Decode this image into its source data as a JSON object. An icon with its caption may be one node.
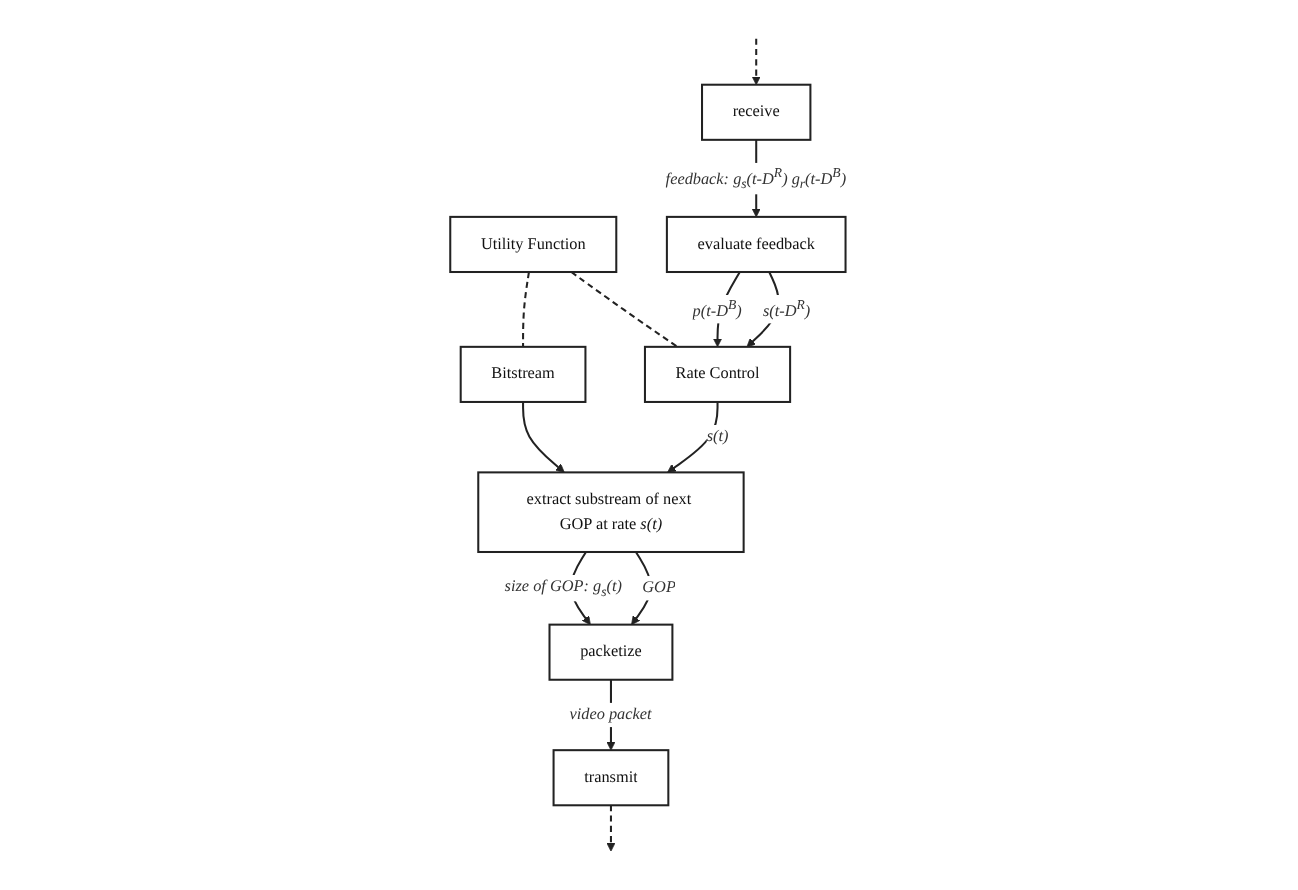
{
  "diagram": {
    "nodes": [
      {
        "text": [
          "Utility Function"
        ]
      },
      {
        "text": [
          "Rate Control"
        ]
      },
      {
        "text": [
          "evaluate feedback"
        ]
      },
      {
        "text": [
          "Bitstream"
        ]
      },
      {
        "text": [
          "extract substream of next GOP at rate *s(t)*"
        ]
      },
      {
        "text": [
          "receive"
        ]
      },
      {
        "text": [
          "packetize"
        ]
      },
      {
        "text": [
          "transmit"
        ]
      }
    ],
    "edges": [
      {
        "from": 0,
        "to": 1,
        "arrow": "none",
        "style": "dashed"
      },
      {
        "from": 0,
        "to": 3,
        "arrow": "none",
        "style": "dashed"
      },
      {
        "from": 2,
        "to": 1,
        "arrow": "to",
        "label": "s(t-D$^{R}$)"
      },
      {
        "from": 2,
        "to": 1,
        "arrow": "to",
        "label": "p(t-D$^{B}$)"
      },
      {
        "from": 1,
        "to": 4,
        "arrow": "to",
        "label": "s(t)"
      },
      {
        "from": 5,
        "to": 2,
        "arrow": "to",
        "label": "feedback: g$_{s}$(t-D$^{R}$) g$_{r}$(t-D$^{B}$)"
      },
      {
        "from": null,
        "to": 5,
        "arrow": "to",
        "style": "dashed"
      },
      {
        "from": 3,
        "to": 4,
        "arrow": "to"
      },
      {
        "from": 4,
        "to": 6,
        "arrow": "to",
        "label": "GOP"
      },
      {
        "from": 4,
        "to": 6,
        "arrow": "to",
        "label": "size of GOP: g$_{s}$(t)"
      },
      {
        "from": 6,
        "to": 7,
        "arrow": "to",
        "label": "video packet"
      },
      {
        "from": 7,
        "to": null,
        "arrow": "to",
        "style": "dashed"
      }
    ]
  }
}
